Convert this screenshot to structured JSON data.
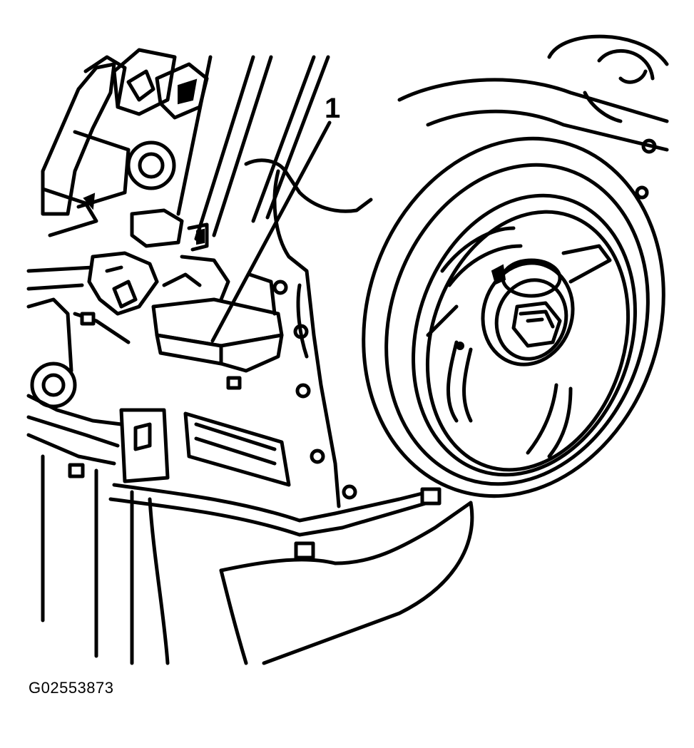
{
  "figure": {
    "callouts": [
      {
        "label": "1",
        "icon": "tool-callout-leader"
      }
    ],
    "figure_id": "G02553873",
    "icons": {
      "engine": "engine-front-icon",
      "pulley": "crankshaft-balancer-icon",
      "tool": "holding-tool-icon",
      "bolt": "center-bolt-icon"
    },
    "colors": {
      "line": "#000000",
      "background": "#ffffff"
    }
  }
}
